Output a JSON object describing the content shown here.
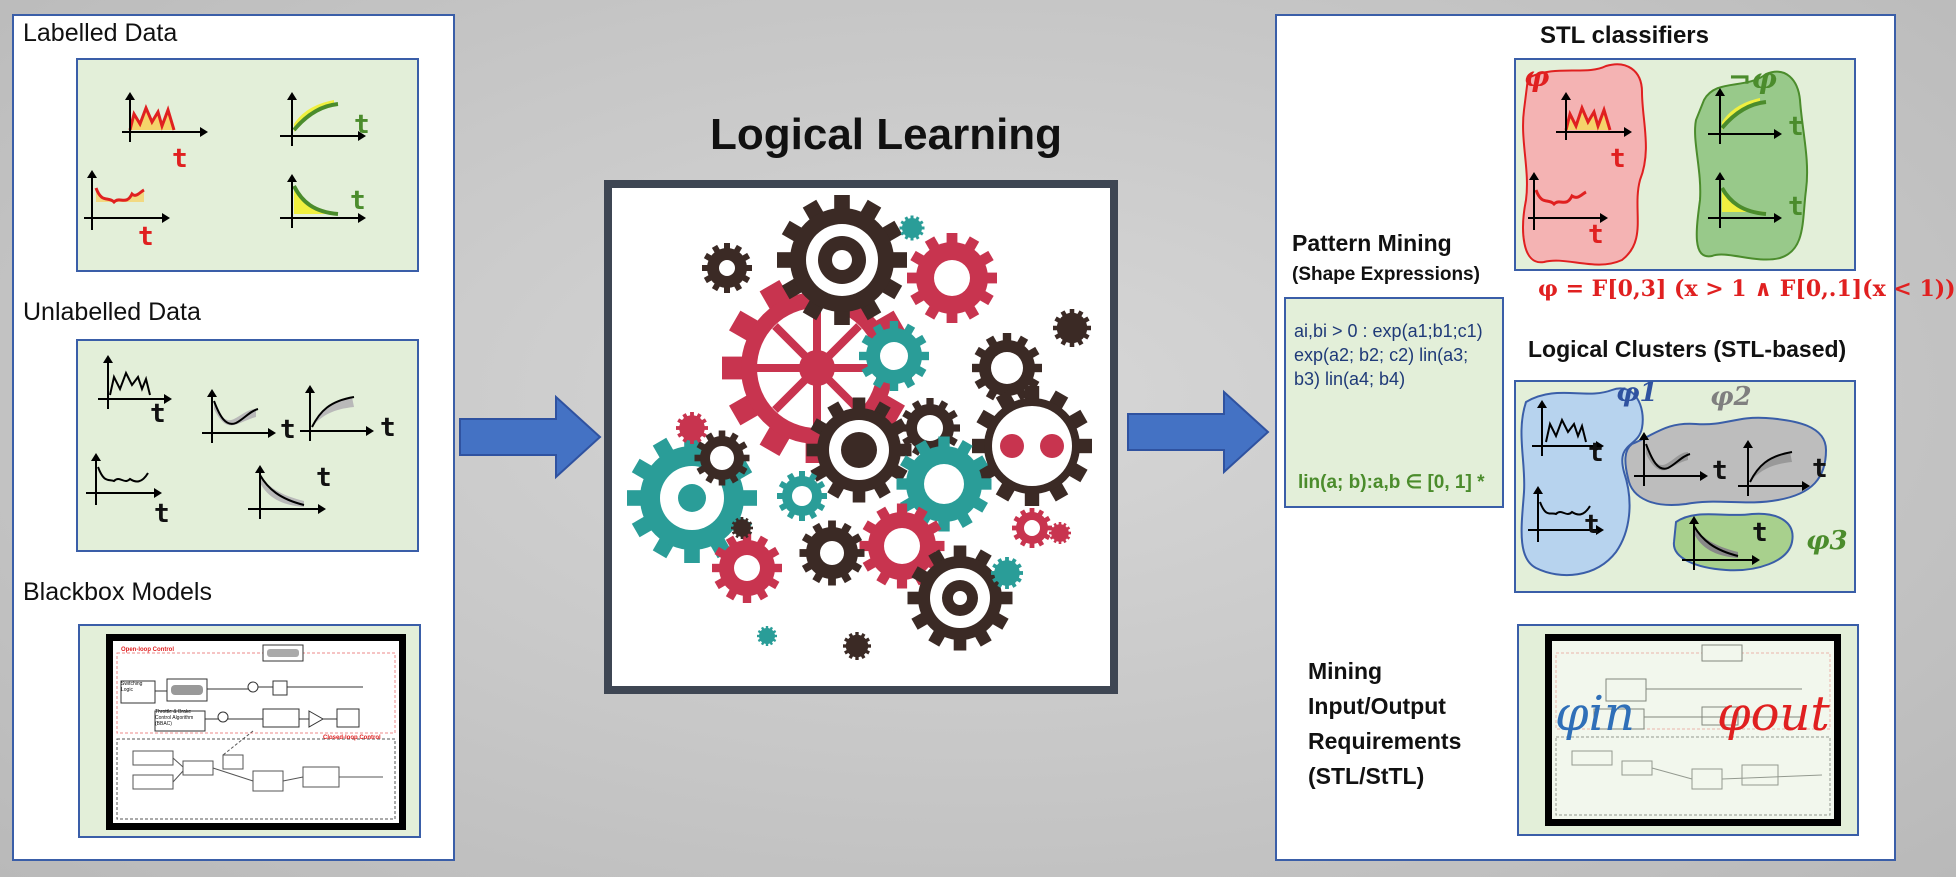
{
  "left": {
    "labelled_title": "Labelled Data",
    "unlabelled_title": "Unlabelled Data",
    "blackbox_title": "Blackbox Models",
    "axis_t": "t",
    "blackbox_open_loop": "Open-loop Control",
    "blackbox_closed_loop": "Closed-loop Control",
    "blackbox_switching": "Switching Logic",
    "blackbox_throttle": "Throttle & Brake Control Algorithm (BBAC)"
  },
  "center": {
    "title": "Logical Learning",
    "gears_icon": "gears-icon"
  },
  "right": {
    "stl_title": "STL classifiers",
    "phi": "φ",
    "not_phi": "¬φ",
    "formula": "φ = F[0,3] (x > 1 ∧ F[0,.1](x < 1))",
    "pattern_title": "Pattern Mining",
    "pattern_subtitle": "(Shape Expressions)",
    "pattern_text": "ai,bi > 0 : exp(a1;b1;c1) exp(a2; b2; c2) lin(a3; b3) lin(a4; b4)",
    "pattern_lin": "lin(a; b):a,b ∈ [0, 1] *",
    "clusters_title": "Logical Clusters (STL-based)",
    "phi1": "φ1",
    "phi2": "φ2",
    "phi3": "φ3",
    "mining_title_1": "Mining",
    "mining_title_2": "Input/Output",
    "mining_title_3": "Requirements",
    "mining_title_4": "(STL/StTL)",
    "phi_in": "φin",
    "phi_out": "φout"
  },
  "colors": {
    "panel_border": "#3a5ea8",
    "box_fill": "#e3efd9",
    "arrow": "#4472c4",
    "red": "#e02020",
    "green": "#4b8c2c",
    "teal": "#2a9d98",
    "crimson": "#c8344f",
    "brown": "#3b2a25"
  }
}
